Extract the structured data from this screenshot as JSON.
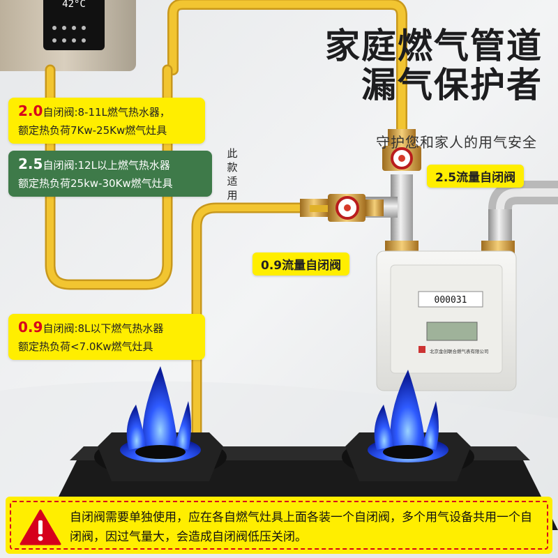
{
  "headline": {
    "line1": "家庭燃气管道",
    "line2": "漏气保护者",
    "subtitle": "守护您和家人的用气安全"
  },
  "heater_display": {
    "temperature": "42°C"
  },
  "notes": [
    {
      "num": "2.0",
      "line1": "自闭阀:8-11L燃气热水器，",
      "line2": "额定热负荷7Kw-25Kw燃气灶具",
      "style": "yellow"
    },
    {
      "num": "2.5",
      "line1": "自闭阀:12L以上燃气热水器",
      "line2": "额定热负荷25kw-30Kw燃气灶具",
      "style": "green"
    },
    {
      "num": "0.9",
      "line1": "自闭阀:8L以下燃气热水器",
      "line2": "额定热负荷<7.0Kw燃气灶具",
      "style": "yellow"
    }
  ],
  "vertical_note": [
    "此",
    "款",
    "适",
    "用"
  ],
  "tags": {
    "valve_25": "2.5流量自闭阀",
    "valve_09": "0.9流量自闭阀"
  },
  "meter": {
    "reading": "000031",
    "brand": "北京金创联合燃气表有限公司"
  },
  "warning": {
    "icon": "warning-triangle-icon",
    "text": "自闭阀需要单独使用，应在各自燃气灶具上面各装一个自闭阀，多个用气设备共用一个自闭阀，因过气量大，会造成自闭阀低压关闭。"
  },
  "colors": {
    "accent_yellow": "#ffee00",
    "accent_green": "#3e7a49",
    "accent_red": "#d6001c",
    "hose_yellow": "#f2c531",
    "flame_blue": "#2f5bff"
  }
}
